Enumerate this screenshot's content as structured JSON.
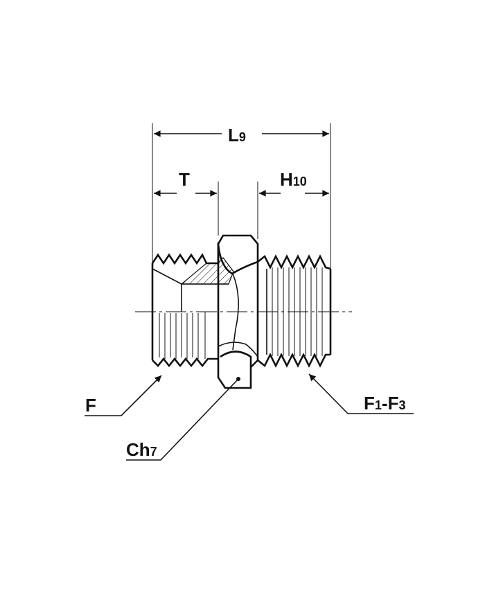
{
  "labels": {
    "L": {
      "main": "L",
      "sub": "9"
    },
    "T": {
      "main": "T"
    },
    "H": {
      "main": "H",
      "sub": "10"
    },
    "F": {
      "main": "F"
    },
    "F1F3": {
      "main": "F",
      "sub1": "1",
      "mid": "-F",
      "sub2": "3"
    },
    "Ch": {
      "main": "Ch",
      "sub": "7"
    }
  }
}
